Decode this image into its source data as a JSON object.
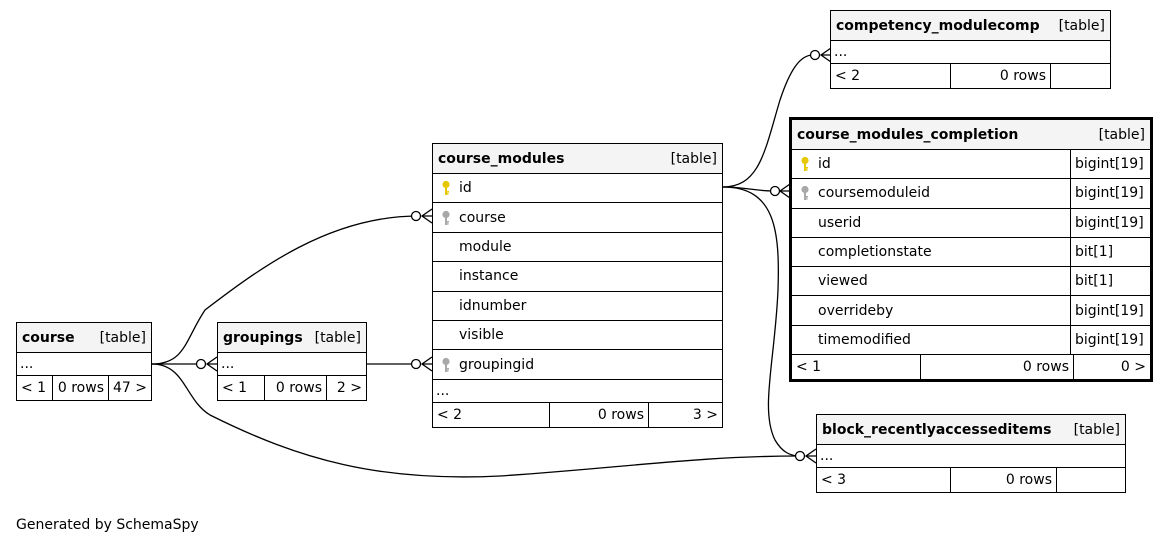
{
  "tables": {
    "course": {
      "name": "course",
      "kind": "[table]",
      "more": "...",
      "footer": {
        "parents": "< 1",
        "rows": "0 rows",
        "children": "47 >"
      }
    },
    "groupings": {
      "name": "groupings",
      "kind": "[table]",
      "more": "...",
      "footer": {
        "parents": "< 1",
        "rows": "0 rows",
        "children": "2 >"
      }
    },
    "course_modules": {
      "name": "course_modules",
      "kind": "[table]",
      "more": "...",
      "columns": [
        {
          "name": "id",
          "key": "primary"
        },
        {
          "name": "course",
          "key": "foreign"
        },
        {
          "name": "module",
          "key": ""
        },
        {
          "name": "instance",
          "key": ""
        },
        {
          "name": "idnumber",
          "key": ""
        },
        {
          "name": "visible",
          "key": ""
        },
        {
          "name": "groupingid",
          "key": "foreign"
        }
      ],
      "footer": {
        "parents": "< 2",
        "rows": "0 rows",
        "children": "3 >"
      }
    },
    "competency_modulecomp": {
      "name": "competency_modulecomp",
      "kind": "[table]",
      "more": "...",
      "footer": {
        "parents": "< 2",
        "rows": "0 rows",
        "children": ""
      }
    },
    "course_modules_completion": {
      "name": "course_modules_completion",
      "kind": "[table]",
      "columns": [
        {
          "name": "id",
          "type": "bigint[19]",
          "key": "primary"
        },
        {
          "name": "coursemoduleid",
          "type": "bigint[19]",
          "key": "foreign"
        },
        {
          "name": "userid",
          "type": "bigint[19]",
          "key": ""
        },
        {
          "name": "completionstate",
          "type": "bit[1]",
          "key": ""
        },
        {
          "name": "viewed",
          "type": "bit[1]",
          "key": ""
        },
        {
          "name": "overrideby",
          "type": "bigint[19]",
          "key": ""
        },
        {
          "name": "timemodified",
          "type": "bigint[19]",
          "key": ""
        }
      ],
      "footer": {
        "parents": "< 1",
        "rows": "0 rows",
        "children": "0 >"
      }
    },
    "block_recentlyaccesseditems": {
      "name": "block_recentlyaccesseditems",
      "kind": "[table]",
      "more": "...",
      "footer": {
        "parents": "< 3",
        "rows": "0 rows",
        "children": ""
      }
    }
  },
  "colors": {
    "primary_key": "#e6c800",
    "foreign_key": "#a8a8a8",
    "header_bg": "#f4f4f4"
  },
  "credit": "Generated by SchemaSpy"
}
